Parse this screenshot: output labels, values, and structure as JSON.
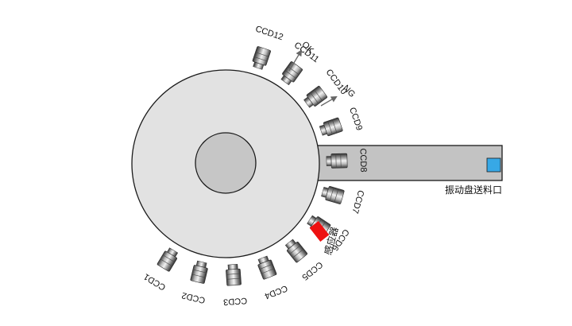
{
  "colors": {
    "disc_fill": "#e2e2e2",
    "hub_fill": "#c6c6c6",
    "outline": "#1a1a1a",
    "feeder_fill": "#c3c3c3",
    "feed_part": "#37a8e6",
    "sensor": "#ee1111",
    "arrow": "#666666",
    "text": "#111111"
  },
  "cameras": [
    {
      "label": "CCD1"
    },
    {
      "label": "CCD2"
    },
    {
      "label": "CCD3"
    },
    {
      "label": "CCD4"
    },
    {
      "label": "CCD5"
    },
    {
      "label": "CCD6"
    },
    {
      "label": "CCD7"
    },
    {
      "label": "CCD8"
    },
    {
      "label": "CCD9"
    },
    {
      "label": "CCD10"
    },
    {
      "label": "CCD11"
    },
    {
      "label": "CCD12"
    }
  ],
  "outputs": {
    "ok_label": "OK",
    "ng_label": "NG"
  },
  "sensor": {
    "label": "感应器"
  },
  "feeder": {
    "label": "振动盘送料口"
  }
}
